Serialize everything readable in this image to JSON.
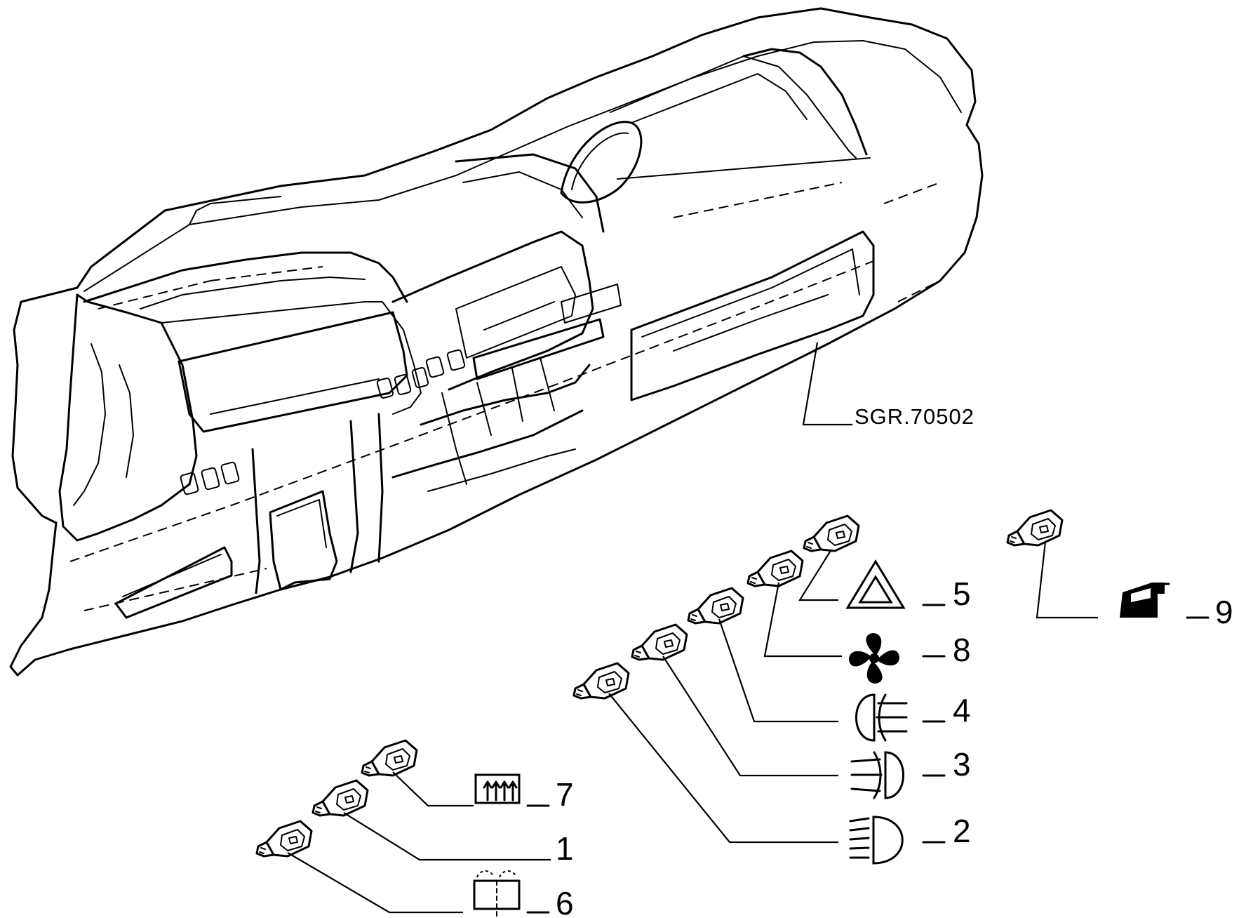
{
  "drawing": {
    "part_code": "SGR.70502"
  },
  "callouts": [
    {
      "id": "5",
      "number": "5",
      "icon": "hazard-warning-icon"
    },
    {
      "id": "8",
      "number": "8",
      "icon": "fan-icon"
    },
    {
      "id": "4",
      "number": "4",
      "icon": "rear-fog-light-icon"
    },
    {
      "id": "3",
      "number": "3",
      "icon": "front-fog-light-icon"
    },
    {
      "id": "2",
      "number": "2",
      "icon": "headlight-beam-icon"
    },
    {
      "id": "9",
      "number": "9",
      "icon": "door-window-icon"
    },
    {
      "id": "7",
      "number": "7",
      "icon": "rear-defrost-icon"
    },
    {
      "id": "1",
      "number": "1",
      "icon": ""
    },
    {
      "id": "6",
      "number": "6",
      "icon": "interior-light-icon"
    }
  ],
  "colors": {
    "line": "#000000",
    "background": "#ffffff"
  }
}
